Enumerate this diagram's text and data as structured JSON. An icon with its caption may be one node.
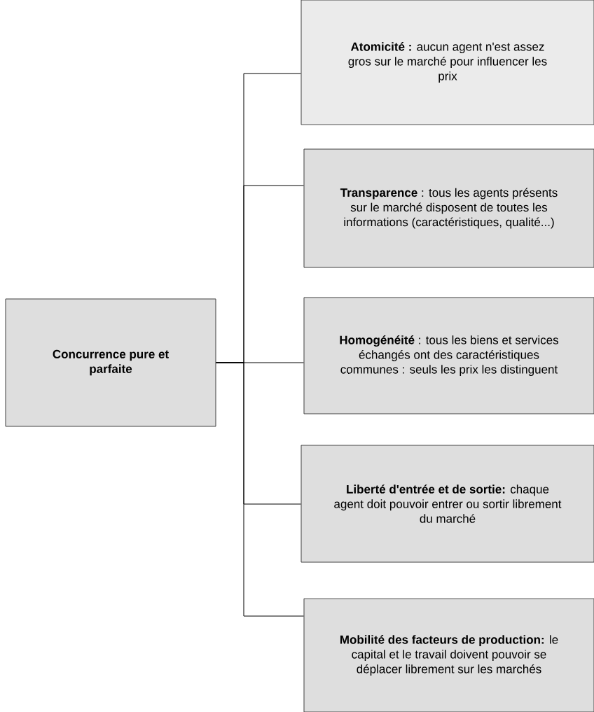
{
  "diagram": {
    "nodes": [
      {
        "text": [
          "Concurrence pure et parfaite"
        ]
      },
      {
        "text": [
          "**Atomicité :** aucun agent n'est assez gros sur le marché pour influencer les prix"
        ]
      },
      {
        "text": [
          "**Transparence** : tous les agents présents sur le marché disposent de toutes les informations (caractéristiques, qualité...)"
        ]
      },
      {
        "text": [
          "**Homogénéité** : tous les biens et services échangés ont des caractéristiques communes : seuls les prix les distinguent"
        ]
      },
      {
        "text": [
          "**Liberté d'entrée et de sortie:** chaque agent doit pouvoir entrer ou sortir librement du marché"
        ]
      },
      {
        "text": [
          "**Mobilité des facteurs de production:** le capital et le travail doivent pouvoir se déplacer librement sur les marchés"
        ]
      }
    ],
    "edges": [
      {
        "from": 0,
        "to": 1,
        "arrow": "none"
      },
      {
        "from": 0,
        "to": 2,
        "arrow": "none"
      },
      {
        "from": 0,
        "to": 3,
        "arrow": "none"
      },
      {
        "from": 0,
        "to": 4,
        "arrow": "none"
      },
      {
        "from": 0,
        "to": 5,
        "arrow": "none"
      }
    ]
  }
}
